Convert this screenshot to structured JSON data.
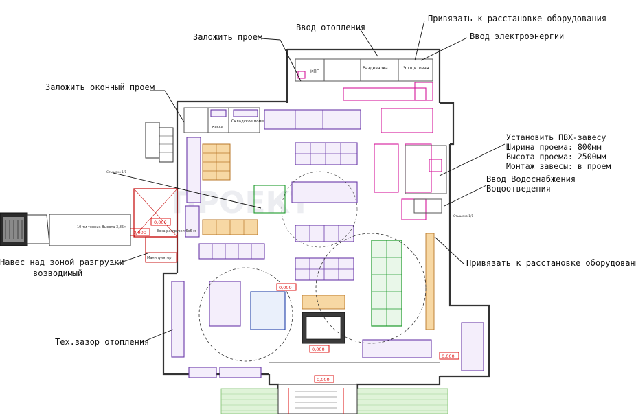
{
  "annotations": {
    "bind_equipment": "Привязать к расстановке оборудования",
    "heating_inlet": "Ввод отопления",
    "electricity_inlet": "Ввод электроэнергии",
    "lay_opening": "Заложить проем",
    "lay_window_opening": "Заложить оконный проем",
    "pvc_curtain": [
      "Установить ПВХ-завесу",
      "Ширина проема: 800мм",
      "Высота проема: 2500мм",
      "Монтаж завесы: в проем"
    ],
    "water_inlet": [
      "Ввод Водоснабжения",
      "Водоотведения"
    ],
    "bind_equipment_2": "Привязать к расстановке оборудования",
    "canopy": [
      "Навес над зоной разгрузки",
      "возводимый"
    ],
    "heating_gap": "Тех.зазор отопления"
  },
  "rooms": {
    "kpp": "КПП",
    "razdevalka": "Раздевалка",
    "el_shitovaya": "Эл.щитовая",
    "warehouse": "Складское помещение",
    "kassa": "касса",
    "shelter": "Зона разгрузки 6x6 м",
    "vehicle": "10-ти тонник Высота 3,85м",
    "manipulator": "Манипулятор"
  },
  "plan_labels": {
    "sink": "Стышено 1/1",
    "sink2": "Стышено 1/1",
    "zero1": "0,000",
    "zero2": "0,000",
    "zero3": "0,000",
    "zero4": "0,000",
    "zero5": "0,000",
    "level1": "-0,900"
  },
  "colors": {
    "wall": "#333333",
    "purple": "#6a3aa8",
    "magenta": "#d6199a",
    "green": "#1d9a2b",
    "blue": "#2140a8",
    "red": "#c81818"
  }
}
